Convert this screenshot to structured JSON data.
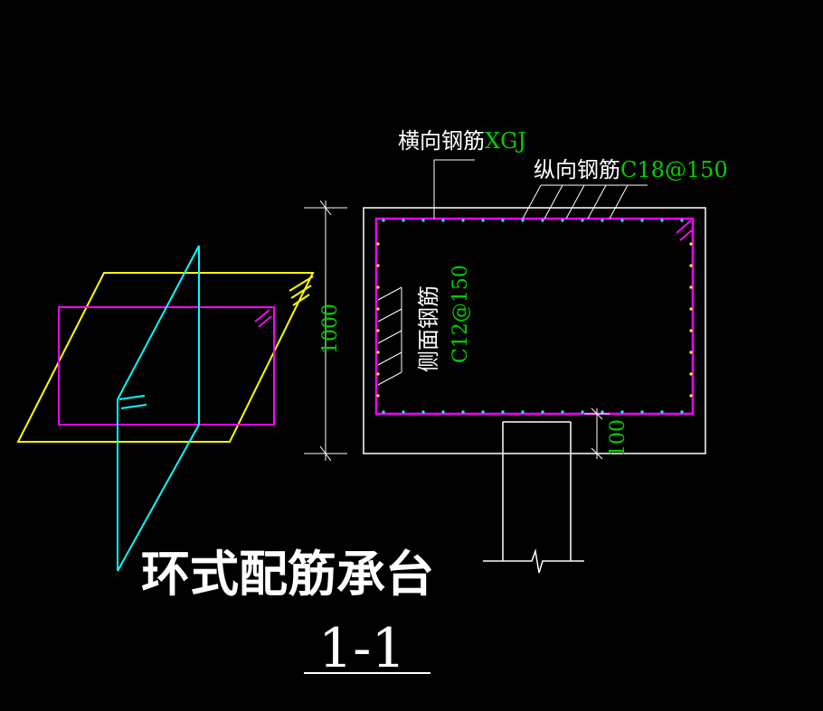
{
  "labels": {
    "transverse_prefix": "横向钢筋",
    "transverse_code": "XGJ",
    "longitudinal_prefix": "纵向钢筋",
    "longitudinal_spec": "C18@150",
    "side_prefix": "侧面钢筋",
    "side_spec": "C12@150",
    "height_dim": "1000",
    "cover_dim": "100",
    "title": "环式配筋承台",
    "section": "1-1"
  },
  "colors": {
    "background": "#000000",
    "white": "#ffffff",
    "green": "#00d000",
    "magenta": "#ff00ff",
    "yellow": "#ffff00",
    "cyan": "#00ffff"
  }
}
